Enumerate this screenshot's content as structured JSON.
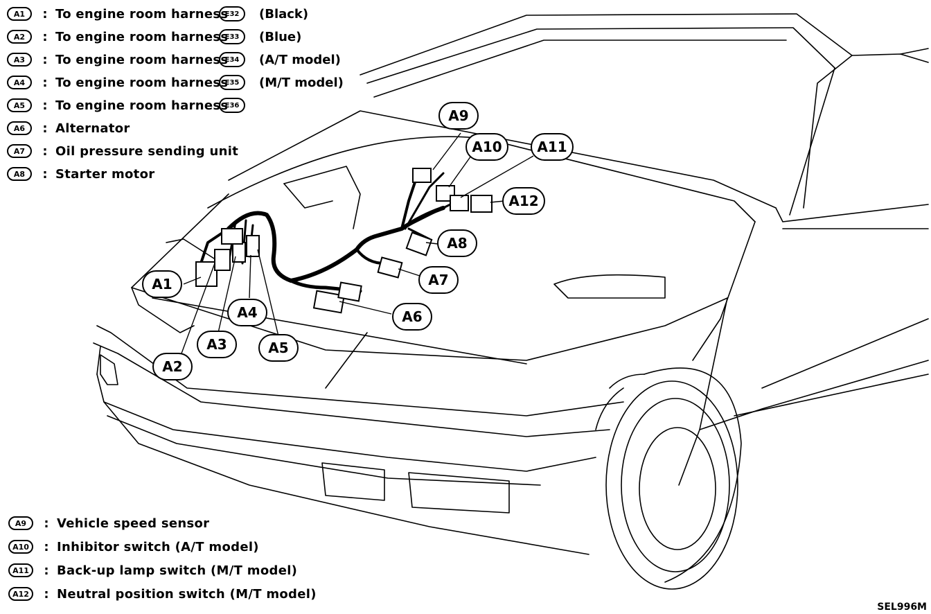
{
  "legend_top": [
    {
      "code": "A1",
      "text": "To engine room harness",
      "connector": "E32",
      "note": "(Black)"
    },
    {
      "code": "A2",
      "text": "To engine room harness",
      "connector": "E33",
      "note": "(Blue)"
    },
    {
      "code": "A3",
      "text": "To engine room harness",
      "connector": "E34",
      "note": "(A/T model)"
    },
    {
      "code": "A4",
      "text": "To engine room harness",
      "connector": "E35",
      "note": "(M/T model)"
    },
    {
      "code": "A5",
      "text": "To engine room harness",
      "connector": "E36",
      "note": ""
    },
    {
      "code": "A6",
      "text": "Alternator",
      "connector": "",
      "note": ""
    },
    {
      "code": "A7",
      "text": "Oil pressure sending unit",
      "connector": "",
      "note": ""
    },
    {
      "code": "A8",
      "text": "Starter motor",
      "connector": "",
      "note": ""
    }
  ],
  "legend_bottom": [
    {
      "code": "A9",
      "text": "Vehicle speed sensor"
    },
    {
      "code": "A10",
      "text": "Inhibitor switch (A/T model)"
    },
    {
      "code": "A11",
      "text": "Back-up lamp switch (M/T model)"
    },
    {
      "code": "A12",
      "text": "Neutral position switch (M/T model)"
    }
  ],
  "callouts": [
    "A1",
    "A2",
    "A3",
    "A4",
    "A5",
    "A6",
    "A7",
    "A8",
    "A9",
    "A10",
    "A11",
    "A12"
  ],
  "reference_code": "SEL996M",
  "colors": {
    "ink": "#000000",
    "paper": "#ffffff"
  }
}
